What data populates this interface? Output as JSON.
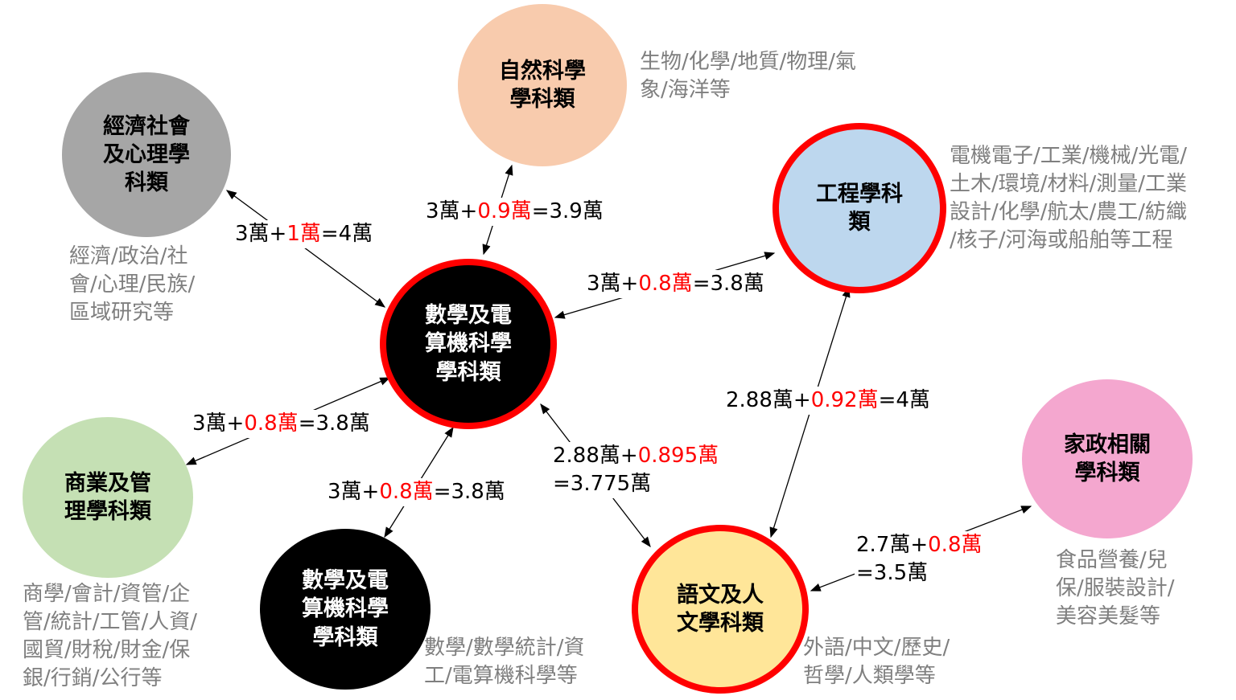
{
  "nodes": [
    {
      "id": "econ",
      "label": "經濟社會\n及心理學\n科類",
      "fill": "#a6a6a6",
      "text": "#000000",
      "border": "none"
    },
    {
      "id": "nature",
      "label": "自然科學\n學科類",
      "fill": "#f8cbad",
      "text": "#000000",
      "border": "none"
    },
    {
      "id": "eng",
      "label": "工程學科\n類",
      "fill": "#bdd7ee",
      "text": "#000000",
      "border": "#ff0000"
    },
    {
      "id": "mathc",
      "label": "數學及電\n算機科學\n學科類",
      "fill": "#000000",
      "text": "#ffffff",
      "border": "#ff0000"
    },
    {
      "id": "biz",
      "label": "商業及管\n理學科類",
      "fill": "#c5e0b4",
      "text": "#000000",
      "border": "none"
    },
    {
      "id": "mathb",
      "label": "數學及電\n算機科學\n學科類",
      "fill": "#000000",
      "text": "#ffffff",
      "border": "none"
    },
    {
      "id": "lang",
      "label": "語文及人\n文學科類",
      "fill": "#ffe699",
      "text": "#000000",
      "border": "#ff0000"
    },
    {
      "id": "home",
      "label": "家政相關\n學科類",
      "fill": "#f4a7cf",
      "text": "#000000",
      "border": "none"
    }
  ],
  "descriptions": {
    "nature": "生物/化學/地質/物理/氣\n象/海洋等",
    "econ": "經濟/政治/社\n會/心理/民族/\n區域研究等",
    "eng": "電機電子/工業/機械/光電/\n土木/環境/材料/測量/工業\n設計/化學/航太/農工/紡織\n/核子/河海或船舶等工程",
    "biz": "商學/會計/資管/企\n管/統計/工管/人資/\n國貿/財稅/財金/保\n銀/行銷/公行等",
    "mathb": "數學/數學統計/資\n工/電算機科學等",
    "lang": "外語/中文/歷史/\n哲學/人類學等",
    "home": "食品營養/兒\n保/服裝設計/\n美容美髮等"
  },
  "edges": [
    {
      "to": "econ",
      "prefix": "3萬+",
      "highlight": "1萬",
      "suffix": "=4萬"
    },
    {
      "to": "nature",
      "prefix": "3萬+",
      "highlight": "0.9萬",
      "suffix": "=3.9萬"
    },
    {
      "to": "eng",
      "prefix": "3萬+",
      "highlight": "0.8萬",
      "suffix": "=3.8萬"
    },
    {
      "to": "biz",
      "prefix": "3萬+",
      "highlight": "0.8萬",
      "suffix": "=3.8萬"
    },
    {
      "to": "mathb",
      "prefix": "3萬+",
      "highlight": "0.8萬",
      "suffix": "=3.8萬"
    },
    {
      "to": "lang",
      "prefix": "2.88萬+",
      "highlight": "0.895萬",
      "suffix": "\n=3.775萬"
    },
    {
      "to": "eng-lang",
      "prefix": "2.88萬+",
      "highlight": "0.92萬",
      "suffix": "=4萬"
    },
    {
      "to": "home",
      "prefix": "2.7萬+",
      "highlight": "0.8萬",
      "suffix": "\n=3.5萬"
    }
  ]
}
